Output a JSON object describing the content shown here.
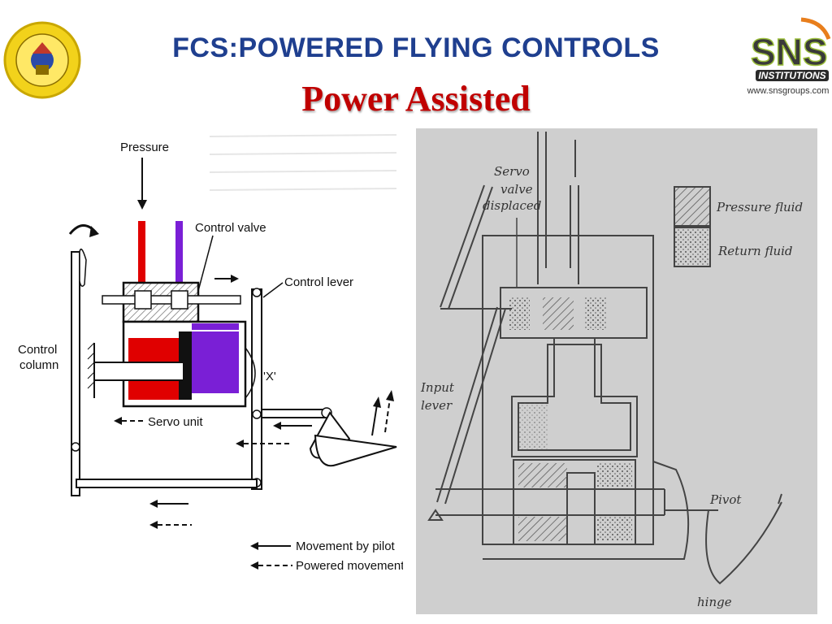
{
  "header": {
    "title": "FCS:POWERED FLYING CONTROLS",
    "subtitle": "Power Assisted",
    "logo_right_text": "SNS",
    "logo_right_sub": "INSTITUTIONS",
    "website": "www.snsgroups.com"
  },
  "left_diagram": {
    "labels": {
      "pressure": "Pressure",
      "control_valve": "Control valve",
      "control_lever": "Control lever",
      "control": "Control",
      "column": "column",
      "x_mark": "'X'",
      "servo_unit": "Servo unit",
      "movement_by_pilot": "Movement by pilot",
      "powered_movement": "Powered movement"
    },
    "colors": {
      "pressure_fluid": "#e00000",
      "return_fluid": "#7a1fd6"
    }
  },
  "right_diagram": {
    "labels": {
      "servo": "Servo",
      "valve": "valve",
      "displaced": "displaced",
      "pressure_fluid": "Pressure fluid",
      "return_fluid": "Return fluid",
      "input": "Input",
      "lever": "lever",
      "pivot": "Pivot",
      "hinge": "hinge"
    }
  }
}
